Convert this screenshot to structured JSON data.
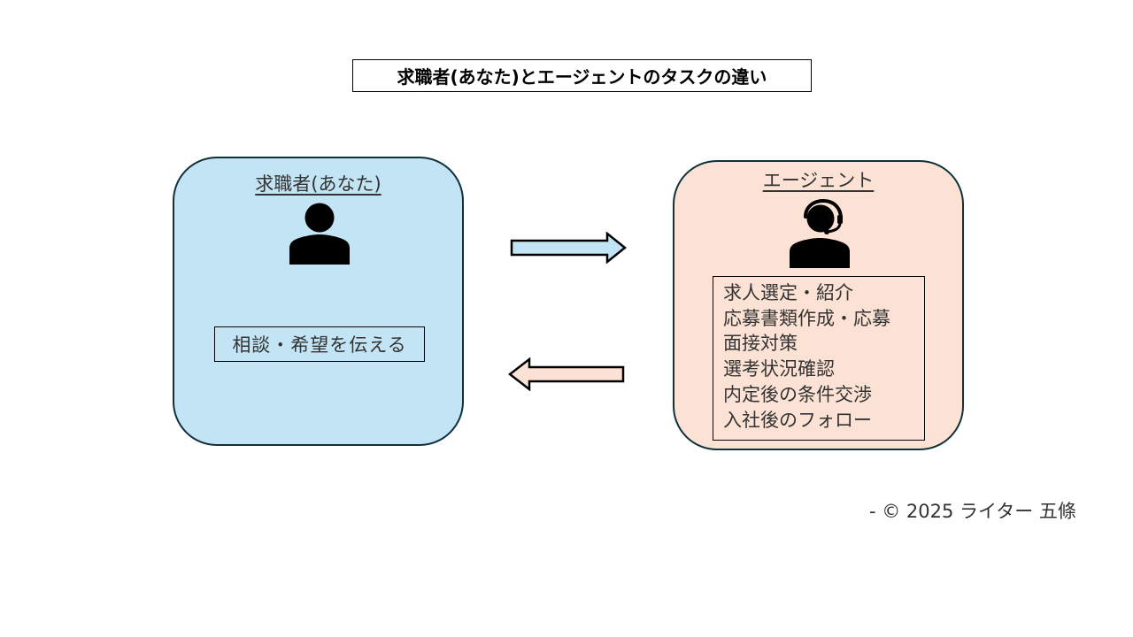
{
  "title": "求職者(あなた)とエージェントのタスクの違い",
  "job_seeker": {
    "heading": "求職者(あなた)",
    "icon": "person-icon",
    "task": "相談・希望を伝える",
    "fill_color": "#c3e4f4"
  },
  "agent": {
    "heading": "エージェント",
    "icon": "headset-person-icon",
    "tasks": [
      "求人選定・紹介",
      "応募書類作成・応募",
      "面接対策",
      "選考状況確認",
      "内定後の条件交渉",
      "入社後のフォロー"
    ],
    "fill_color": "#fbe2d5"
  },
  "arrows": [
    {
      "direction": "right",
      "from": "job_seeker",
      "to": "agent",
      "color": "#c3e4f4"
    },
    {
      "direction": "left",
      "from": "agent",
      "to": "job_seeker",
      "color": "#fbe2d5"
    }
  ],
  "credit": "- © 2025 ライター 五條"
}
